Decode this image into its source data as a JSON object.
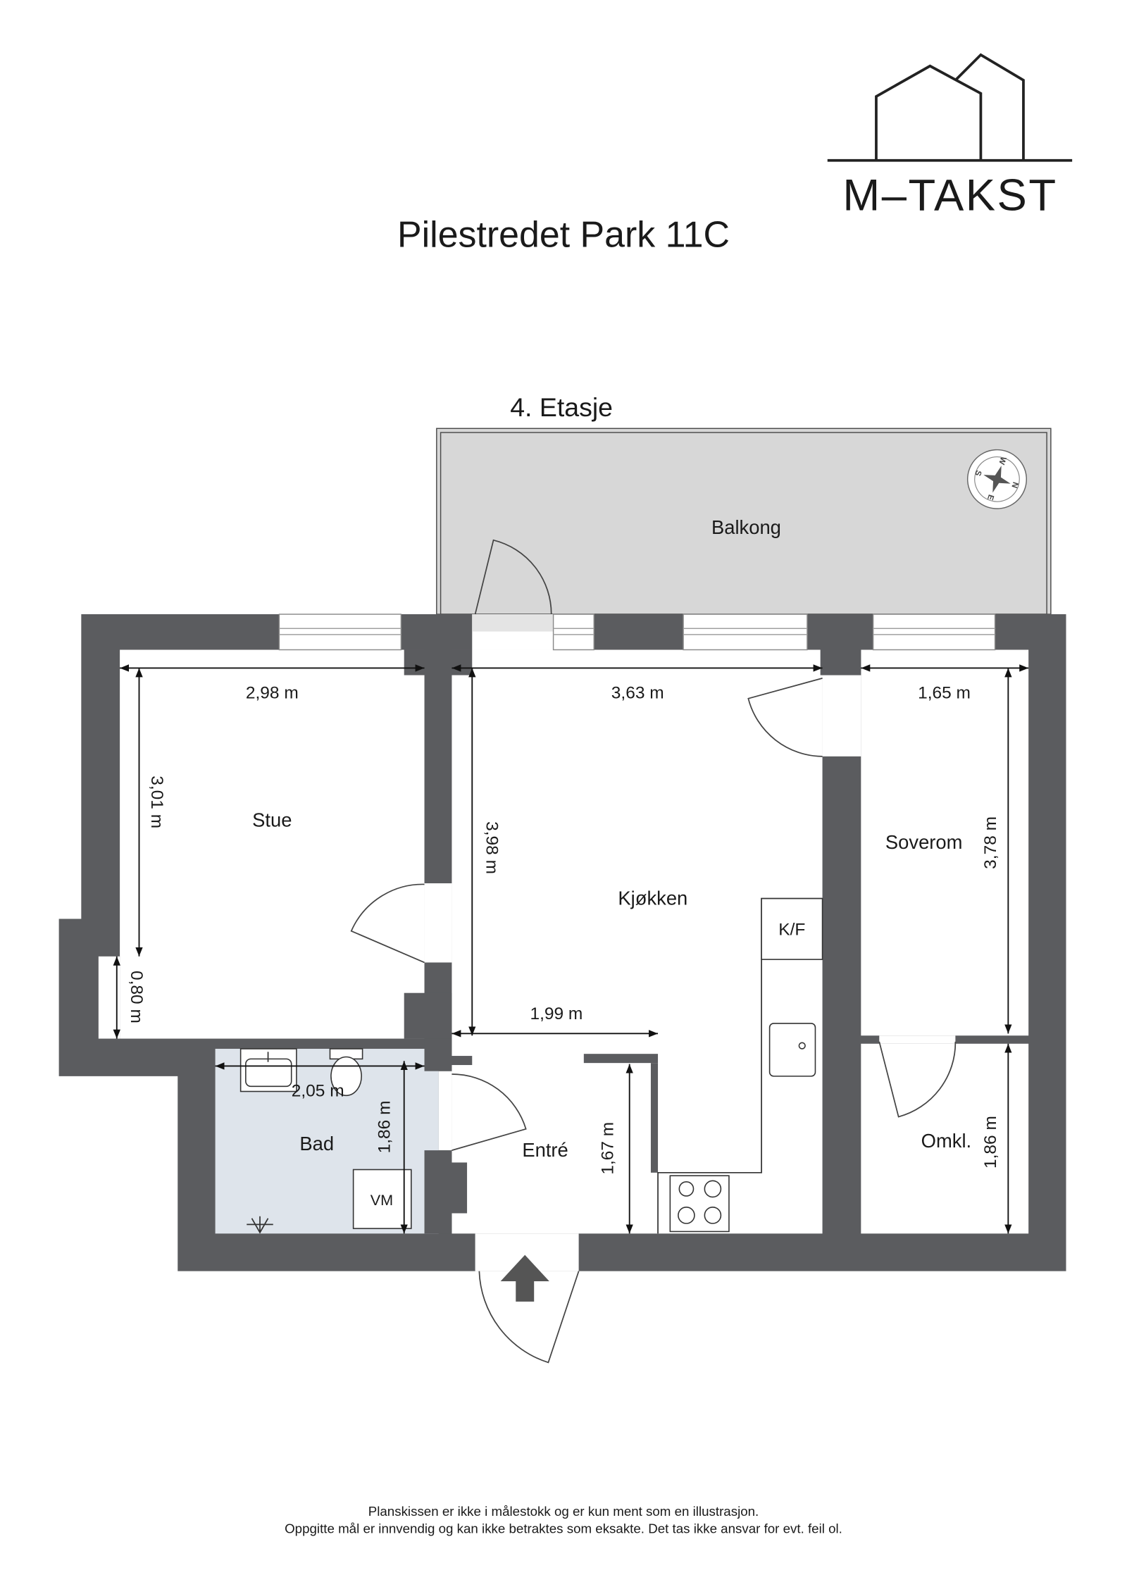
{
  "logo": {
    "text": "M–TAKST"
  },
  "title": "Pilestredet Park 11C",
  "floor_label": "4. Etasje",
  "rooms": {
    "balkong": "Balkong",
    "stue": "Stue",
    "kjokken": "Kjøkken",
    "soverom": "Soverom",
    "bad": "Bad",
    "entre": "Entré",
    "omkl": "Omkl."
  },
  "fixtures": {
    "kf": "K/F",
    "vm": "VM"
  },
  "dimensions": {
    "stue_width": "2,98 m",
    "stue_depth": "3,01 m",
    "stue_alcove": "0,80 m",
    "kjokken_width": "3,63 m",
    "kjokken_depth": "3,98 m",
    "entre_width": "1,99 m",
    "entre_depth": "1,67 m",
    "soverom_width": "1,65 m",
    "soverom_depth": "3,78 m",
    "omkl_depth": "1,86 m",
    "bad_width": "2,05 m",
    "bad_depth": "1,86 m"
  },
  "compass": {
    "n": "N",
    "e": "E",
    "s": "S",
    "w": "W"
  },
  "disclaimer": {
    "line1": "Planskissen er ikke i målestokk og er kun ment som en illustrasjon.",
    "line2": "Oppgitte mål er innvendig og kan ikke betraktes som eksakte. Det tas ikke ansvar for evt. feil ol."
  },
  "colors": {
    "wall": "#5b5c5f",
    "balcony": "#d7d7d7",
    "bathroom": "#dee4eb",
    "line": "#333333"
  }
}
